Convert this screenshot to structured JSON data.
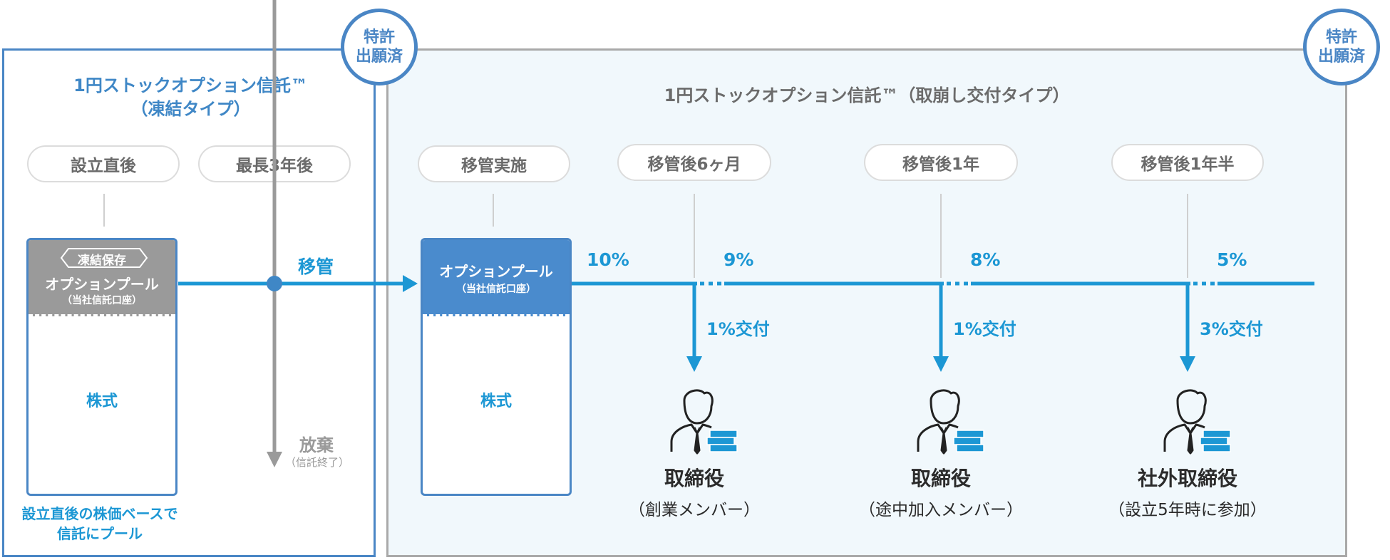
{
  "patent_badge": {
    "line1": "特許",
    "line2": "出願済"
  },
  "left_panel": {
    "title_line1": "1円ストックオプション信託™",
    "title_line2": "（凍結タイプ）",
    "phases": [
      "設立直後",
      "最長3年後"
    ],
    "pool_box": {
      "tag": "凍結保存",
      "title": "オプションプール",
      "subtitle": "（当社信託口座）",
      "body": "株式"
    },
    "transfer_label": "移管",
    "abandon_label": "放棄",
    "abandon_sub": "（信託終了）",
    "note_line1": "設立直後の株価ベースで",
    "note_line2": "信託にプール"
  },
  "right_panel": {
    "title": "1円ストックオプション信託™（取崩し交付タイプ）",
    "phases": [
      "移管実施",
      "移管後6ヶ月",
      "移管後1年",
      "移管後1年半"
    ],
    "pool_box": {
      "title": "オプションプール",
      "subtitle": "（当社信託口座）",
      "body": "株式"
    },
    "percentages": [
      "10%",
      "9%",
      "8%",
      "5%"
    ],
    "deliveries": [
      "1%交付",
      "1%交付",
      "3%交付"
    ],
    "recipients": [
      {
        "role": "取締役",
        "note": "（創業メンバー）"
      },
      {
        "role": "取締役",
        "note": "（途中加入メンバー）"
      },
      {
        "role": "社外取締役",
        "note": "（設立5年時に参加）"
      }
    ]
  },
  "colors": {
    "accent_blue": "#1c97d4",
    "frame_blue": "#4a86c5",
    "gray": "#9a9a9a",
    "panel_bg": "#f1f8fc"
  },
  "icons": [
    "person-with-cash-icon"
  ]
}
